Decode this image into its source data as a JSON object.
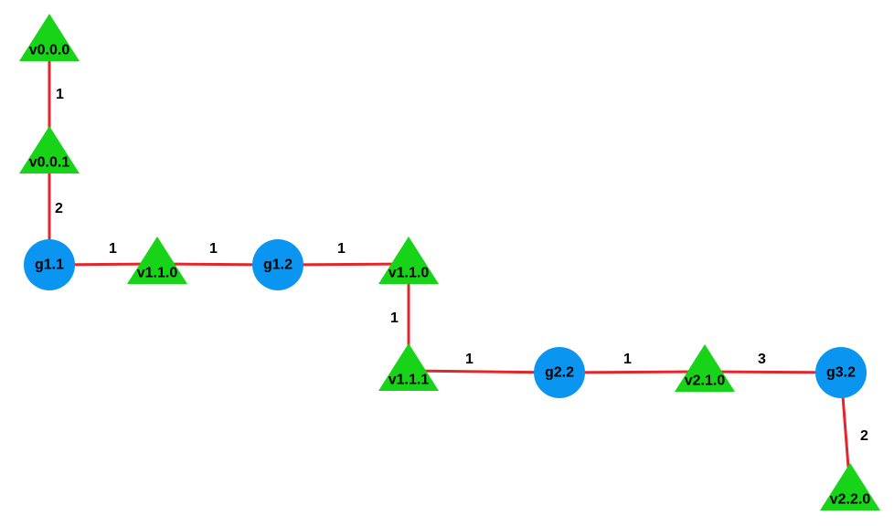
{
  "colors": {
    "edge": "#e3262b",
    "circle_node": "#0a96f0",
    "triangle_node": "#18d418",
    "text": "#000000"
  },
  "nodes": [
    {
      "id": "v000",
      "label": "v0.0.0",
      "shape": "triangle"
    },
    {
      "id": "v001",
      "label": "v0.0.1",
      "shape": "triangle"
    },
    {
      "id": "g11",
      "label": "g1.1",
      "shape": "circle"
    },
    {
      "id": "v110a",
      "label": "v1.1.0",
      "shape": "triangle"
    },
    {
      "id": "g12",
      "label": "g1.2",
      "shape": "circle"
    },
    {
      "id": "v110b",
      "label": "v1.1.0",
      "shape": "triangle"
    },
    {
      "id": "v111",
      "label": "v1.1.1",
      "shape": "triangle"
    },
    {
      "id": "g22",
      "label": "g2.2",
      "shape": "circle"
    },
    {
      "id": "v210",
      "label": "v2.1.0",
      "shape": "triangle"
    },
    {
      "id": "g32",
      "label": "g3.2",
      "shape": "circle"
    },
    {
      "id": "v220",
      "label": "v2.2.0",
      "shape": "triangle"
    }
  ],
  "edges": [
    {
      "id": "e1",
      "from": "v000",
      "to": "v001",
      "weight": "1"
    },
    {
      "id": "e2",
      "from": "v001",
      "to": "g11",
      "weight": "2"
    },
    {
      "id": "e3",
      "from": "g11",
      "to": "v110a",
      "weight": "1"
    },
    {
      "id": "e4",
      "from": "v110a",
      "to": "g12",
      "weight": "1"
    },
    {
      "id": "e5",
      "from": "g12",
      "to": "v110b",
      "weight": "1"
    },
    {
      "id": "e6",
      "from": "v110b",
      "to": "v111",
      "weight": "1"
    },
    {
      "id": "e7",
      "from": "v111",
      "to": "g22",
      "weight": "1"
    },
    {
      "id": "e8",
      "from": "g22",
      "to": "v210",
      "weight": "1"
    },
    {
      "id": "e9",
      "from": "v210",
      "to": "g32",
      "weight": "3"
    },
    {
      "id": "e10",
      "from": "g32",
      "to": "v220",
      "weight": "2"
    }
  ]
}
